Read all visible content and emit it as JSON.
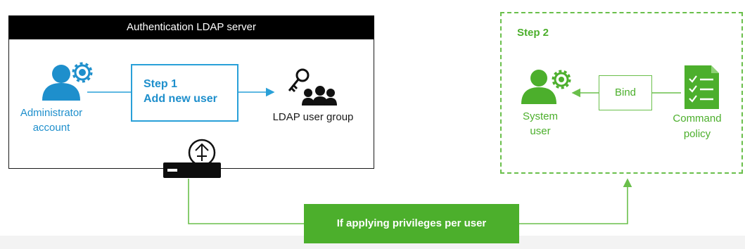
{
  "ldap_server": {
    "title": "Authentication LDAP server",
    "admin_label_line1": "Administrator",
    "admin_label_line2": "account",
    "step1_title": "Step 1",
    "step1_subtitle": "Add new user",
    "group_label": "LDAP user group"
  },
  "step2": {
    "title": "Step 2",
    "bind_label": "Bind",
    "system_user_line1": "System",
    "system_user_line2": "user",
    "command_policy_line1": "Command",
    "command_policy_line2": "policy"
  },
  "privilege_button": {
    "label": "If applying privileges per user"
  },
  "icons": [
    "user-gear-icon",
    "key-group-icon",
    "network-device-icon",
    "document-checklist-icon"
  ],
  "colors": {
    "blue": "#1e8fcc",
    "green": "#4caf2c",
    "light_green": "#6abf4b",
    "black": "#000000"
  }
}
